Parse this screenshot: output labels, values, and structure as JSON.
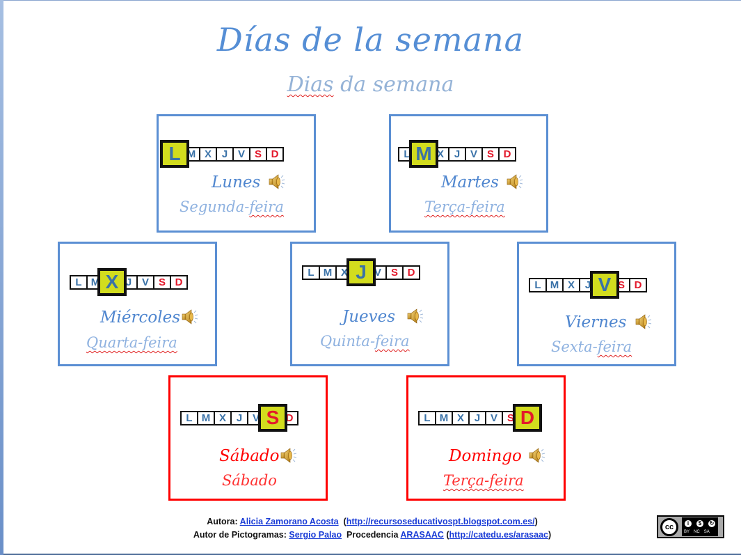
{
  "slide": {
    "title": "Días de la semana",
    "subtitle_part1": "Dias",
    "subtitle_part2": " da semana",
    "accent_color": "#558ed5",
    "weekday_border_color": "#5b8fd3",
    "weekend_border_color": "#ff0000",
    "highlight_color": "#d2dc1e"
  },
  "strip_letters": [
    "L",
    "M",
    "X",
    "J",
    "V",
    "S",
    "D"
  ],
  "cards": [
    {
      "day": "Lunes",
      "translation_plain": "Segunda-",
      "translation_marked": "feira",
      "active_index": 0,
      "weekend": false
    },
    {
      "day": "Martes",
      "translation_plain": "",
      "translation_marked": "Terça-feira",
      "active_index": 1,
      "weekend": false
    },
    {
      "day": "Miércoles",
      "translation_plain": "",
      "translation_marked": "Quarta-feira",
      "active_index": 2,
      "weekend": false
    },
    {
      "day": "Jueves",
      "translation_plain": "Quinta-",
      "translation_marked": "feira",
      "active_index": 3,
      "weekend": false
    },
    {
      "day": "Viernes",
      "translation_plain": "Sexta-",
      "translation_marked": "feira",
      "active_index": 4,
      "weekend": false
    },
    {
      "day": "Sábado",
      "translation_plain": "Sábado",
      "translation_marked": "",
      "active_index": 5,
      "weekend": true
    },
    {
      "day": "Domingo",
      "translation_plain": "",
      "translation_marked": "Terça-feira",
      "active_index": 6,
      "weekend": true
    }
  ],
  "icons": {
    "speaker": "speaker-audio-icon",
    "license": "cc-by-nc-sa-icon"
  },
  "credits": {
    "line1_label": "Autora: ",
    "author_link": "Alicia Zamorano Acosta",
    "line1_sep": "  (",
    "author_url": "http://recursoseducativospt.blogspot.com.es/",
    "line1_close": ")",
    "line2_label": "Autor de Pictogramas: ",
    "picto_author_link": "Sergio Palao",
    "line2_mid": "  Procedencia ",
    "source_link": "ARASAAC",
    "line2_sep": " (",
    "source_url": "http://catedu.es/arasaac",
    "line2_close": ")"
  },
  "license": {
    "cc": "cc",
    "by": "BY",
    "nc": "NC",
    "sa": "SA"
  }
}
